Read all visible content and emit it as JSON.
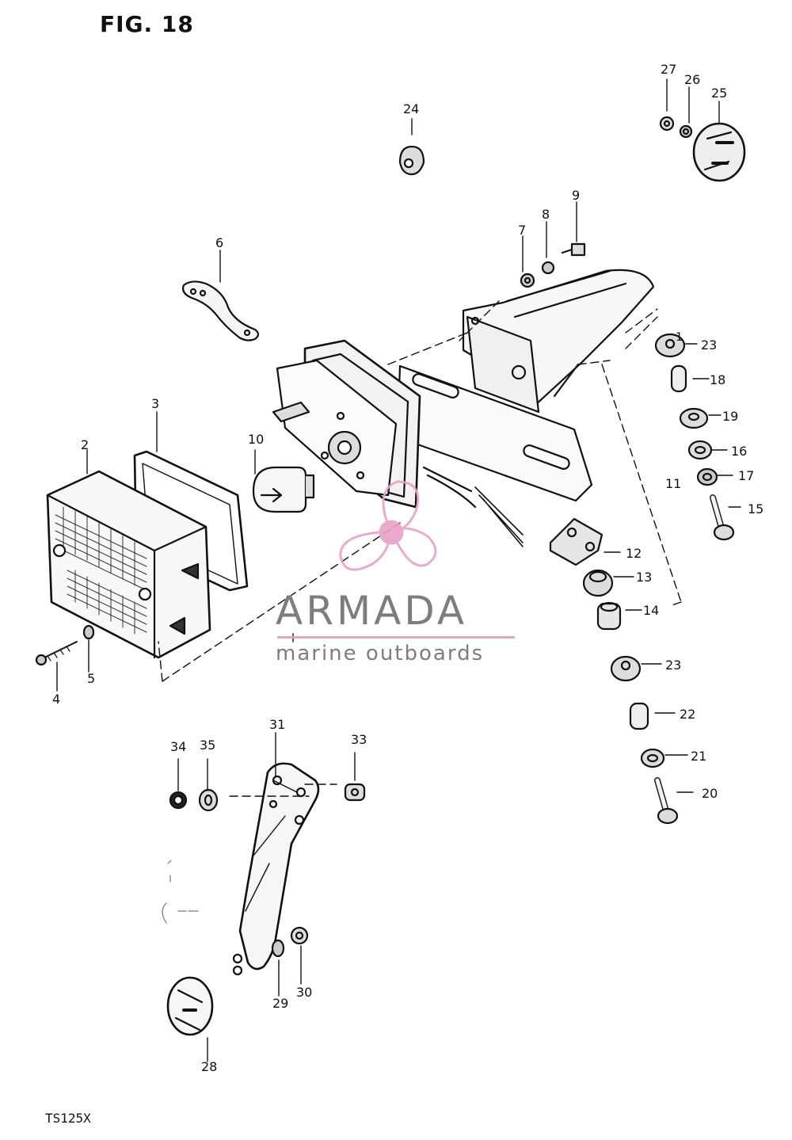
{
  "figure": {
    "title": "FIG. 18",
    "model": "TS125X"
  },
  "watermark": {
    "brand": "ARMADA",
    "tagline": "marine outboards",
    "accent_color": "#e7a3c7",
    "text_color": "#7d7d7d"
  },
  "part_labels": [
    "1",
    "2",
    "3",
    "4",
    "5",
    "6",
    "7",
    "8",
    "9",
    "10",
    "11",
    "12",
    "13",
    "14",
    "15",
    "16",
    "17",
    "18",
    "19",
    "20",
    "21",
    "22",
    "23",
    "24",
    "25",
    "26",
    "27",
    "28",
    "29",
    "30",
    "31",
    "33",
    "34",
    "35"
  ]
}
